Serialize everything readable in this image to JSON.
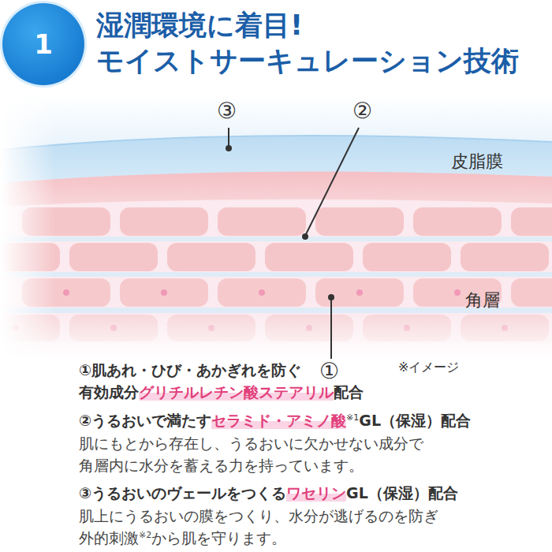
{
  "diagram": {
    "title": "湿潤環境に着目! モイストサーキュレーション技術",
    "nodes": [
      {
        "text": [
          "1"
        ]
      }
    ],
    "labels": [
      "③",
      "②",
      "皮脂膜",
      "角層",
      "①",
      "※イメージ",
      "①肌あれ・ひび・あかぎれを防ぐ",
      "有効成分",
      "グリチルレチン酸ステアリル",
      "配合",
      "②うるおいで満たす",
      "セラミド・アミノ酸",
      "※1",
      "GL（保湿）配合",
      "肌にもとから存在し、うるおいに欠かせない成分で",
      "角層内に水分を蓄える力を持っています。",
      "③うるおいのヴェールをつくる",
      "ワセリン",
      "GL（保湿）配合",
      "肌上にうるおいの膜をつくり、水分が逃げるのを防ぎ",
      "外的刺激",
      "※2",
      "から肌を守ります。"
    ]
  }
}
